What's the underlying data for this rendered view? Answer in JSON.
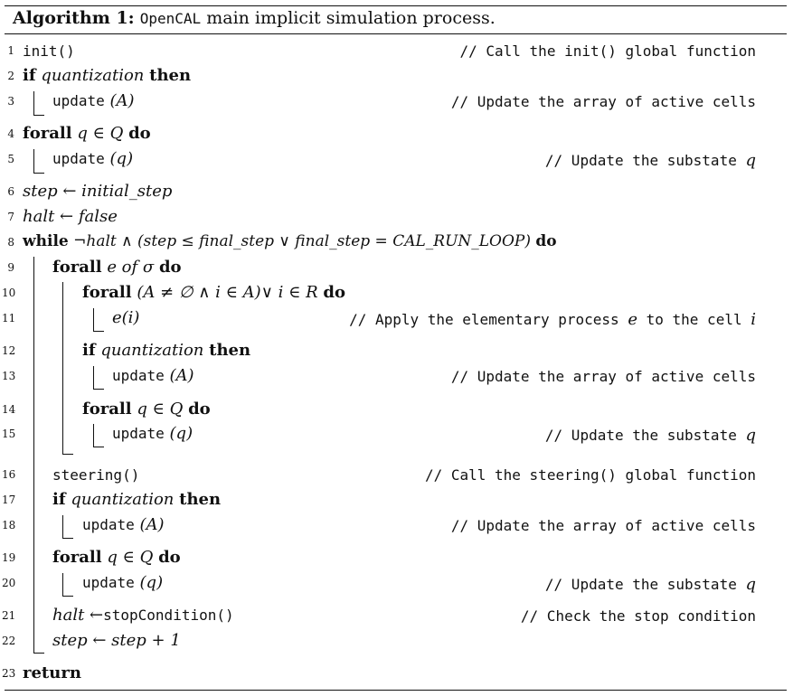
{
  "caption": {
    "label": "Algorithm 1:",
    "name": "OpenCAL",
    "rest": "main implicit simulation process."
  },
  "lines": [
    {
      "n": "1",
      "code": "init()",
      "mono": true,
      "comment": "// Call the init() global function"
    },
    {
      "n": "2",
      "kw1": "if",
      "cond": "quantization",
      "kw2": "then"
    },
    {
      "n": "3",
      "fn": "update",
      "arg": "(A)",
      "comment": "// Update the array of active cells"
    },
    {
      "n": "4",
      "kw1": "forall",
      "cond": "q ∈ Q",
      "kw2": "do"
    },
    {
      "n": "5",
      "fn": "update",
      "arg": "(q)",
      "comment": "// Update the substate",
      "comment_var": "q"
    },
    {
      "n": "6",
      "text": "step ← initial_step"
    },
    {
      "n": "7",
      "text": "halt ← false"
    },
    {
      "n": "8",
      "kw1": "while",
      "cond": "¬halt ∧ (step ≤ final_step ∨ final_step = CAL_RUN_LOOP)",
      "kw2": "do"
    },
    {
      "n": "9",
      "kw1": "forall",
      "cond": "e of σ",
      "kw2": "do"
    },
    {
      "n": "10",
      "kw1": "forall",
      "cond": "(A ≠ ∅ ∧ i ∈ A)∨ i ∈ R",
      "kw2": "do"
    },
    {
      "n": "11",
      "text": "e(i)",
      "comment": "// Apply the elementary process",
      "comment_var": "e",
      "comment_mid": "to the cell",
      "comment_var2": "i"
    },
    {
      "n": "12",
      "kw1": "if",
      "cond": "quantization",
      "kw2": "then"
    },
    {
      "n": "13",
      "fn": "update",
      "arg": "(A)",
      "comment": "// Update the array of active cells"
    },
    {
      "n": "14",
      "kw1": "forall",
      "cond": "q ∈ Q",
      "kw2": "do"
    },
    {
      "n": "15",
      "fn": "update",
      "arg": "(q)",
      "comment": "// Update the substate",
      "comment_var": "q"
    },
    {
      "n": "16",
      "code": "steering()",
      "mono": true,
      "comment": "// Call the steering() global function"
    },
    {
      "n": "17",
      "kw1": "if",
      "cond": "quantization",
      "kw2": "then"
    },
    {
      "n": "18",
      "fn": "update",
      "arg": "(A)",
      "comment": "// Update the array of active cells"
    },
    {
      "n": "19",
      "kw1": "forall",
      "cond": "q ∈ Q",
      "kw2": "do"
    },
    {
      "n": "20",
      "fn": "update",
      "arg": "(q)",
      "comment": "// Update the substate",
      "comment_var": "q"
    },
    {
      "n": "21",
      "text": "halt ←",
      "fn": "stopCondition()",
      "comment": "// Check the stop condition"
    },
    {
      "n": "22",
      "text": "step ← step + 1"
    },
    {
      "n": "23",
      "kw1": "return"
    }
  ]
}
